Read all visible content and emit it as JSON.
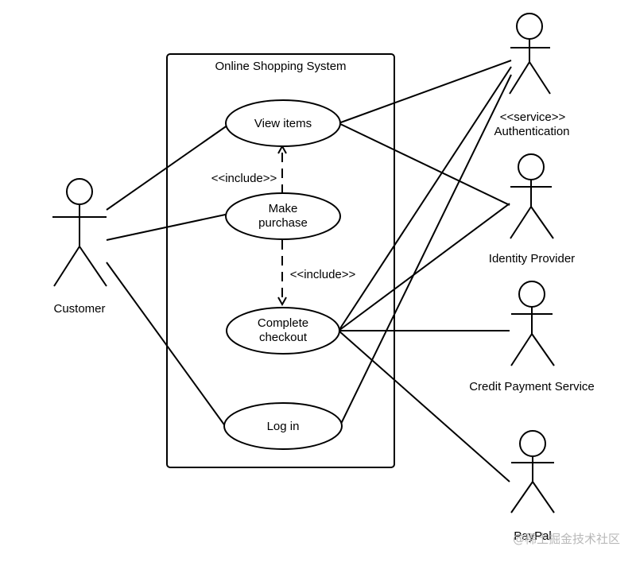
{
  "system": {
    "title": "Online Shopping System"
  },
  "use_cases": {
    "view_items": "View items",
    "make_purchase_line1": "Make",
    "make_purchase_line2": "purchase",
    "complete_checkout_line1": "Complete",
    "complete_checkout_line2": "checkout",
    "log_in": "Log in"
  },
  "relations": {
    "include_view": "<<include>>",
    "include_checkout": "<<include>>"
  },
  "actors": {
    "customer": "Customer",
    "authentication_stereotype": "<<service>>",
    "authentication": "Authentication",
    "identity_provider": "Identity Provider",
    "credit_payment": "Credit Payment Service",
    "paypal": "PayPal"
  },
  "watermark": "@稀土掘金技术社区"
}
